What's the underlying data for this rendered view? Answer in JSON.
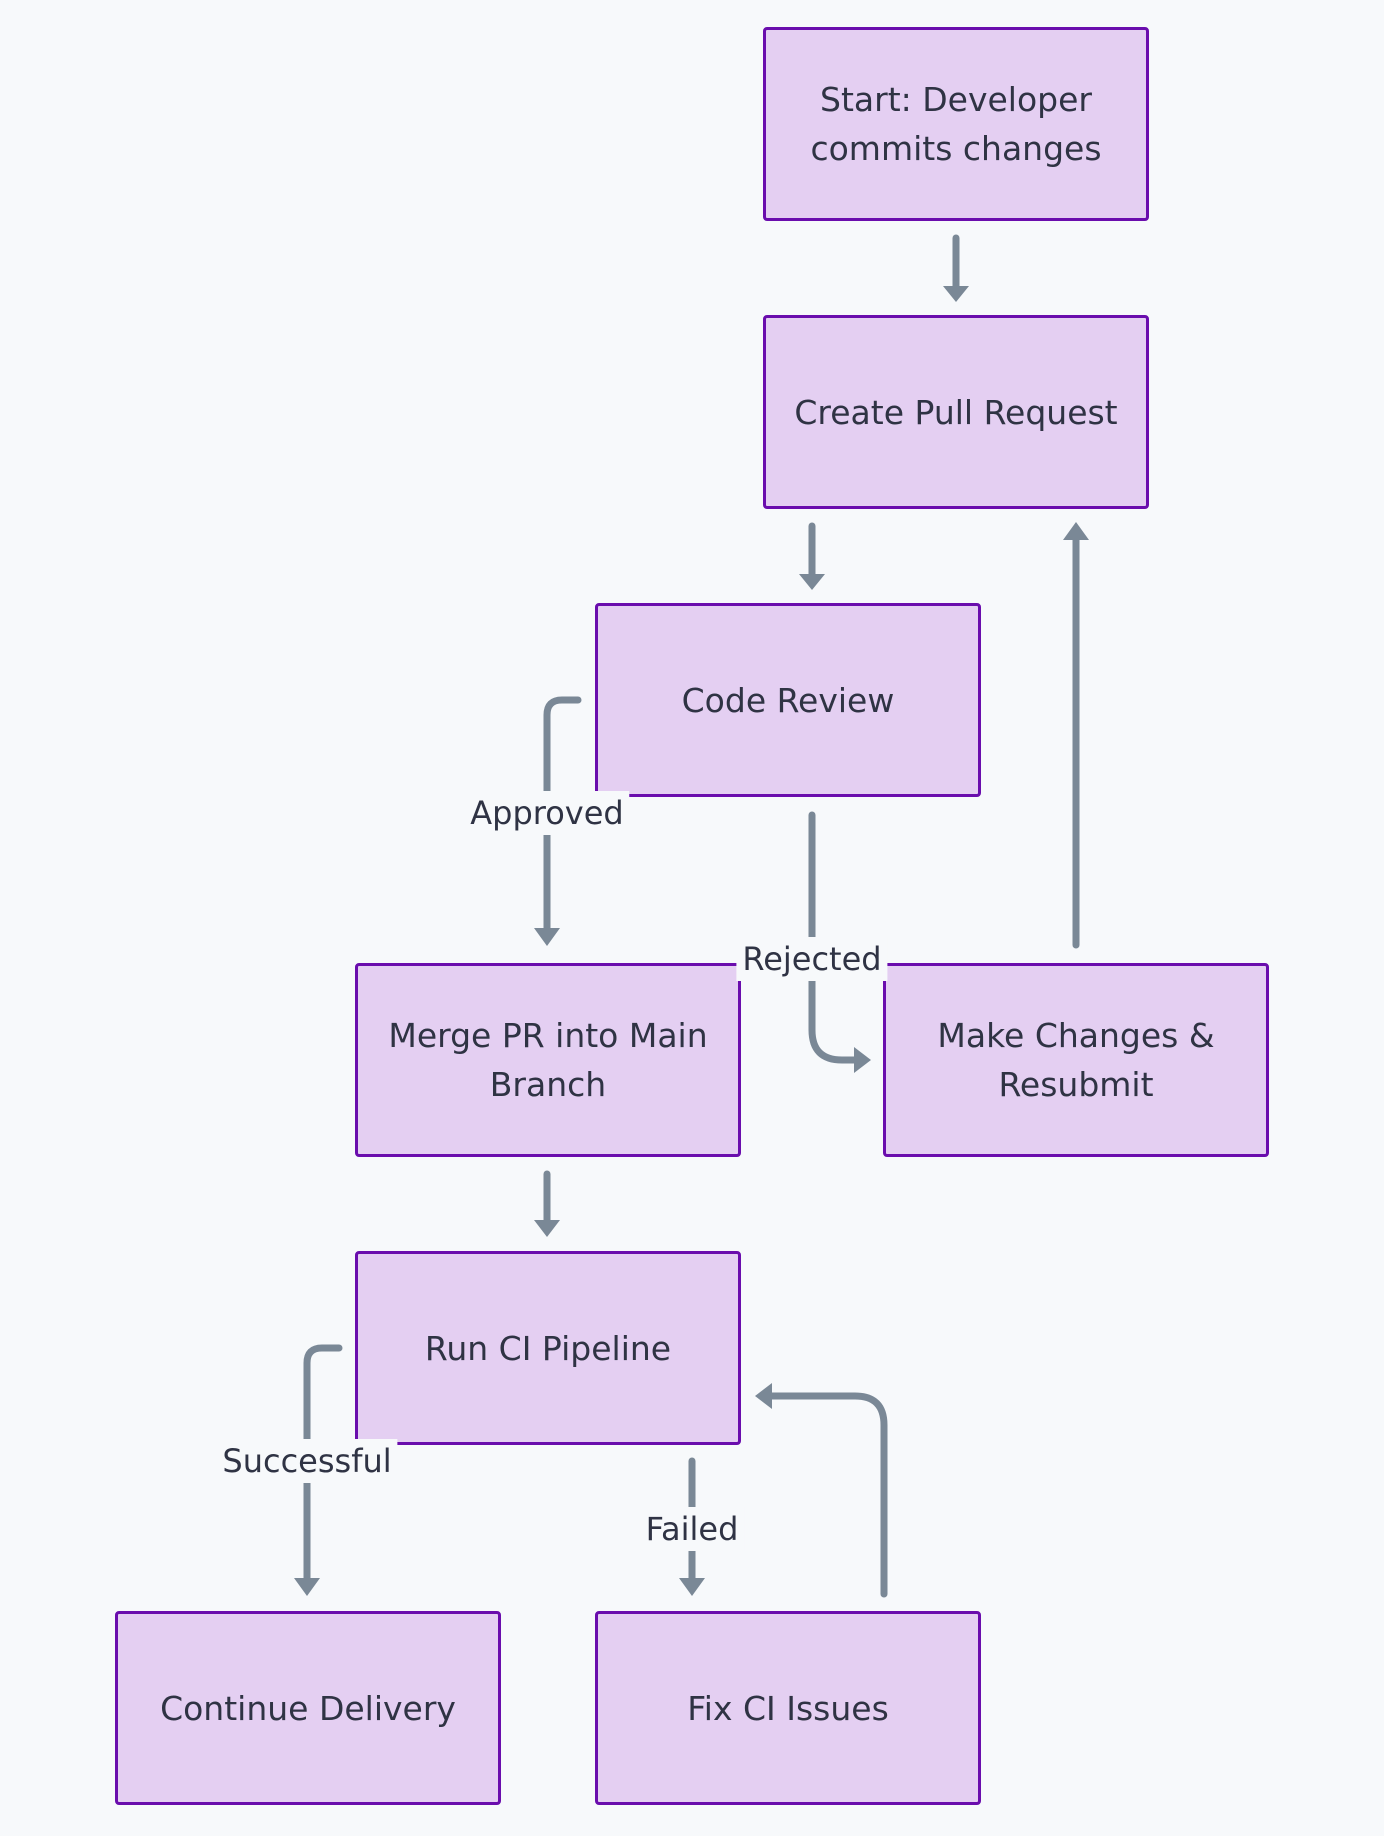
{
  "nodes": {
    "start": "Start: Developer commits changes",
    "create_pr": "Create Pull Request",
    "code_review": "Code Review",
    "merge": "Merge PR into Main Branch",
    "make_changes": "Make Changes & Resubmit",
    "run_ci": "Run CI Pipeline",
    "continue_delivery": "Continue Delivery",
    "fix_ci": "Fix CI Issues"
  },
  "edges": {
    "approved": "Approved",
    "rejected": "Rejected",
    "successful": "Successful",
    "failed": "Failed"
  },
  "colors": {
    "node_fill": "#e4cff2",
    "node_border": "#6a0dad",
    "edge": "#7a8896",
    "text": "#2f3344",
    "background": "#f7f9fb"
  }
}
